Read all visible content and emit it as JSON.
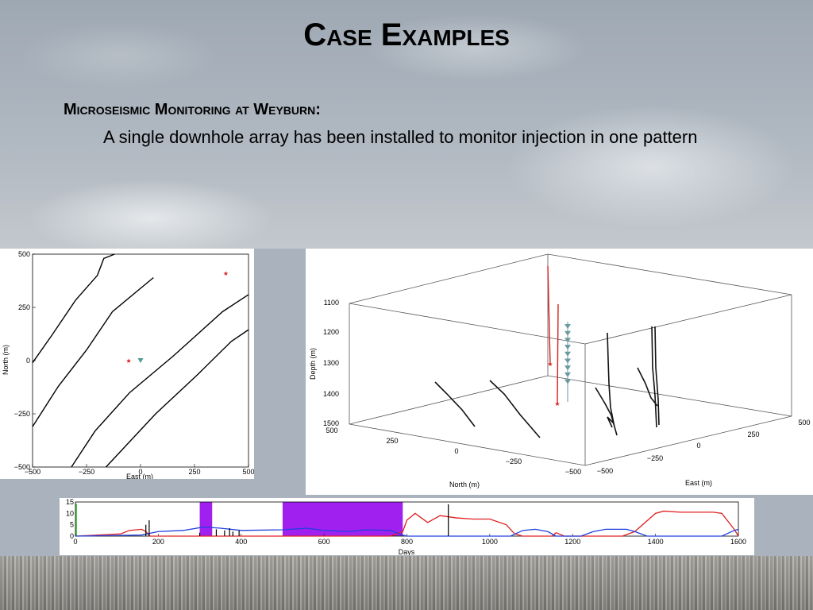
{
  "slide": {
    "title": "Case Examples",
    "subheading": "Microseismic Monitoring at Weyburn:",
    "body": "A single downhole array has been installed to monitor injection in one pattern"
  },
  "chart_data": [
    {
      "id": "map",
      "type": "line",
      "xlabel": "East (m)",
      "ylabel": "North (m)",
      "xlim": [
        -500,
        500
      ],
      "ylim": [
        -500,
        500
      ],
      "xticks": [
        "−500",
        "−250",
        "0",
        "250",
        "500"
      ],
      "yticks": [
        "500",
        "250",
        "0",
        "−250",
        "−500"
      ],
      "colors": {
        "lines": "#000000",
        "source": "#d62020",
        "array": "#4a9a90"
      },
      "series": [
        {
          "values": [
            [
              -500,
              -10
            ],
            [
              -410,
              120
            ],
            [
              -300,
              285
            ],
            [
              -200,
              400
            ],
            [
              -170,
              480
            ],
            [
              -120,
              500
            ]
          ]
        },
        {
          "values": [
            [
              -500,
              -310
            ],
            [
              -380,
              -120
            ],
            [
              -250,
              50
            ],
            [
              -130,
              230
            ],
            [
              60,
              390
            ]
          ]
        },
        {
          "values": [
            [
              -320,
              -500
            ],
            [
              -210,
              -330
            ],
            [
              -50,
              -150
            ],
            [
              150,
              20
            ],
            [
              380,
              230
            ],
            [
              500,
              310
            ]
          ]
        },
        {
          "values": [
            [
              -160,
              -500
            ],
            [
              70,
              -250
            ],
            [
              260,
              -70
            ],
            [
              420,
              90
            ],
            [
              500,
              145
            ]
          ]
        }
      ],
      "markers": [
        {
          "kind": "star",
          "x": 395,
          "y": 410
        },
        {
          "kind": "star",
          "x": -55,
          "y": 0
        },
        {
          "kind": "triangle",
          "x": 0,
          "y": 0
        }
      ]
    },
    {
      "id": "perspective",
      "type": "line",
      "zlabel": "Depth (m)",
      "xlabel": "North (m)",
      "ylabel": "East (m)",
      "zticks": [
        "1100",
        "1200",
        "1300",
        "1400",
        "1500"
      ],
      "north_ticks": [
        "500",
        "250",
        "0",
        "−250",
        "−500"
      ],
      "east_ticks": [
        "500",
        "250",
        "0",
        "−250",
        "−500"
      ],
      "colors": {
        "wells": "#000000",
        "injector": "#d62020",
        "receivers": "#6a9aa0",
        "box": "#555555"
      }
    },
    {
      "id": "timeline",
      "type": "line",
      "xlabel": "Days",
      "xlim": [
        0,
        1600
      ],
      "ylim": [
        0,
        15
      ],
      "xticks": [
        "0",
        "200",
        "400",
        "600",
        "800",
        "1000",
        "1200",
        "1400",
        "1600"
      ],
      "yticks": [
        "15",
        "10",
        "5",
        "0"
      ],
      "shaded_periods": [
        [
          300,
          330
        ],
        [
          500,
          790
        ]
      ],
      "colors": {
        "shade": "#a020f0",
        "red": "#e02020",
        "blue": "#2040e0",
        "events": "#000000"
      },
      "series": [
        {
          "color": "red",
          "values": [
            [
              0,
              0
            ],
            [
              110,
              1
            ],
            [
              130,
              2.5
            ],
            [
              160,
              3
            ],
            [
              170,
              2
            ],
            [
              180,
              0
            ],
            [
              560,
              0
            ],
            [
              620,
              0
            ],
            [
              700,
              0
            ],
            [
              760,
              0
            ],
            [
              790,
              2
            ],
            [
              800,
              7
            ],
            [
              820,
              10
            ],
            [
              850,
              6
            ],
            [
              880,
              9
            ],
            [
              920,
              8
            ],
            [
              960,
              7.5
            ],
            [
              1000,
              7.5
            ],
            [
              1040,
              5
            ],
            [
              1060,
              1
            ],
            [
              1080,
              0
            ],
            [
              1150,
              0
            ],
            [
              1160,
              1.5
            ],
            [
              1180,
              0
            ],
            [
              1320,
              0
            ],
            [
              1350,
              2
            ],
            [
              1400,
              10
            ],
            [
              1420,
              11
            ],
            [
              1460,
              10.5
            ],
            [
              1540,
              10.5
            ],
            [
              1560,
              10
            ],
            [
              1590,
              3
            ],
            [
              1600,
              0
            ]
          ]
        },
        {
          "color": "blue",
          "values": [
            [
              0,
              0
            ],
            [
              100,
              0.3
            ],
            [
              160,
              0.5
            ],
            [
              200,
              2
            ],
            [
              260,
              2.5
            ],
            [
              310,
              4
            ],
            [
              350,
              3.5
            ],
            [
              400,
              2.5
            ],
            [
              500,
              2.8
            ],
            [
              560,
              3.5
            ],
            [
              600,
              2.5
            ],
            [
              660,
              2
            ],
            [
              700,
              2.8
            ],
            [
              760,
              2.5
            ],
            [
              790,
              0.5
            ],
            [
              800,
              0
            ],
            [
              1000,
              0
            ],
            [
              1050,
              0
            ],
            [
              1080,
              2.5
            ],
            [
              1110,
              3
            ],
            [
              1140,
              2
            ],
            [
              1160,
              0
            ],
            [
              1220,
              0
            ],
            [
              1250,
              2
            ],
            [
              1280,
              3
            ],
            [
              1330,
              3
            ],
            [
              1350,
              2
            ],
            [
              1380,
              0
            ],
            [
              1560,
              0
            ],
            [
              1590,
              2.5
            ],
            [
              1600,
              3
            ]
          ]
        }
      ],
      "events": [
        [
          170,
          5
        ],
        [
          178,
          7
        ],
        [
          300,
          1.5
        ],
        [
          340,
          3
        ],
        [
          360,
          2.5
        ],
        [
          372,
          3.5
        ],
        [
          380,
          2
        ],
        [
          395,
          2.5
        ],
        [
          900,
          14
        ]
      ]
    }
  ]
}
